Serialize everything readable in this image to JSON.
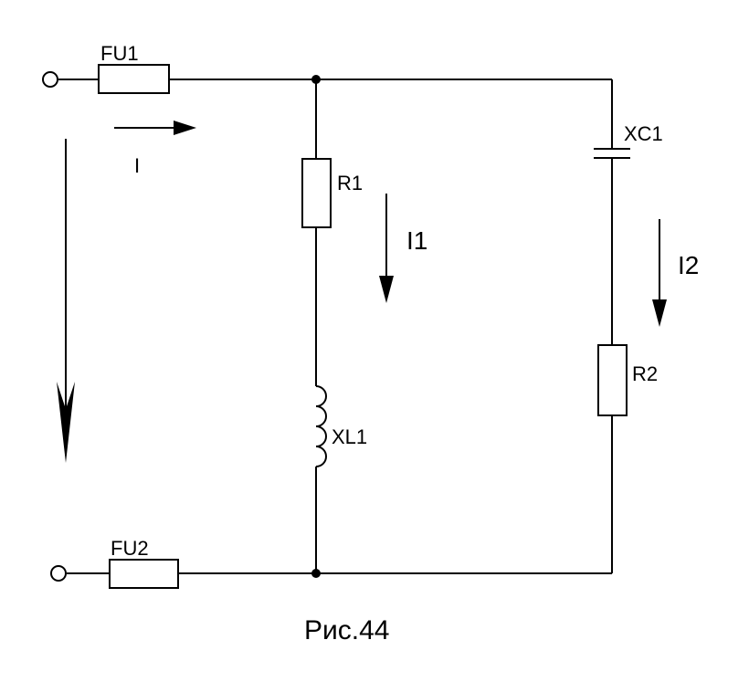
{
  "components": {
    "fu1": "FU1",
    "fu2": "FU2",
    "r1": "R1",
    "r2": "R2",
    "xc1": "XC1",
    "xl1": "XL1"
  },
  "currents": {
    "i": "I",
    "i1": "I1",
    "i2": "I2"
  },
  "caption": "Рис.44",
  "colors": {
    "ink": "#000000",
    "background": "#ffffff"
  }
}
